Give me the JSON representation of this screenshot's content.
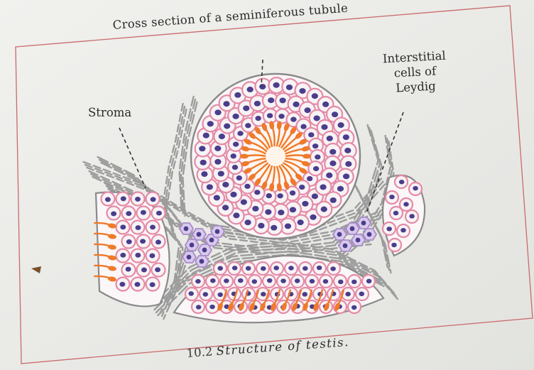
{
  "labels": {
    "tubule": "Cross section of a seminiferous tubule",
    "leydig_lines": [
      "Interstitial",
      "cells of",
      "Leydig"
    ],
    "stroma": "Stroma"
  },
  "caption": {
    "number": "10.2",
    "text": "Structure  of  testis."
  },
  "colors": {
    "paper": "#efefec",
    "frame": "#c96a6a",
    "cell_outline": "#e58aa6",
    "nucleus": "#4a3d8c",
    "sperm": "#ef7a2a",
    "stroma": "#9c9c9c",
    "leydig": "#a88cc8"
  }
}
